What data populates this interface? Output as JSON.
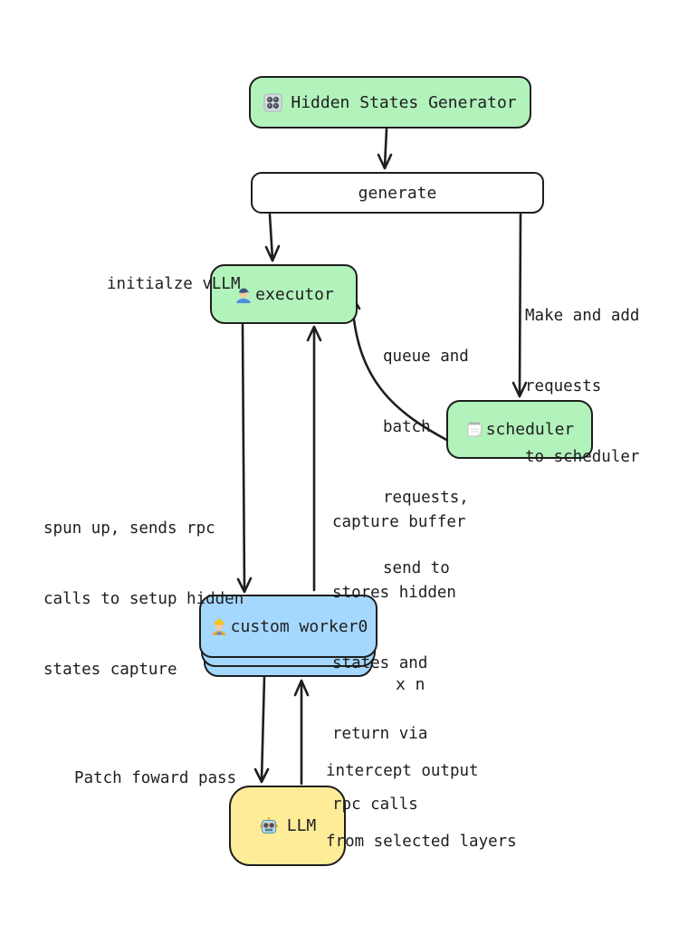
{
  "colors": {
    "stroke": "#1e1e1e",
    "node_green": "#b2f2bb",
    "node_blue": "#a5d8ff",
    "node_yellow": "#ffec99",
    "background": "#ffffff"
  },
  "nodes": {
    "generator": {
      "label": "Hidden States Generator",
      "icon": "control-knobs-icon"
    },
    "generate": {
      "label": "generate"
    },
    "executor": {
      "label": "executor",
      "icon": "factory-worker-icon"
    },
    "scheduler": {
      "label": "scheduler",
      "icon": "spiral-notepad-icon"
    },
    "worker": {
      "label": "custom worker0",
      "icon": "construction-worker-icon",
      "multiplier_label": "x n"
    },
    "llm": {
      "label": "LLM",
      "icon": "robot-icon"
    }
  },
  "edge_labels": {
    "initialize_vllm": "initialze vLLM",
    "make_and_add": [
      "Make and add",
      "requests",
      "to scheduler"
    ],
    "queue_and_batch": [
      "queue and",
      "batch",
      "requests,",
      "send to"
    ],
    "spun_up": [
      "spun up, sends rpc",
      "calls to setup hidden",
      "states capture"
    ],
    "capture_buffer": [
      "capture buffer",
      "stores hidden",
      "states and",
      "return via",
      "rpc calls"
    ],
    "patch_forward": "Patch foward pass",
    "intercept": [
      "intercept output",
      "from selected layers"
    ]
  }
}
